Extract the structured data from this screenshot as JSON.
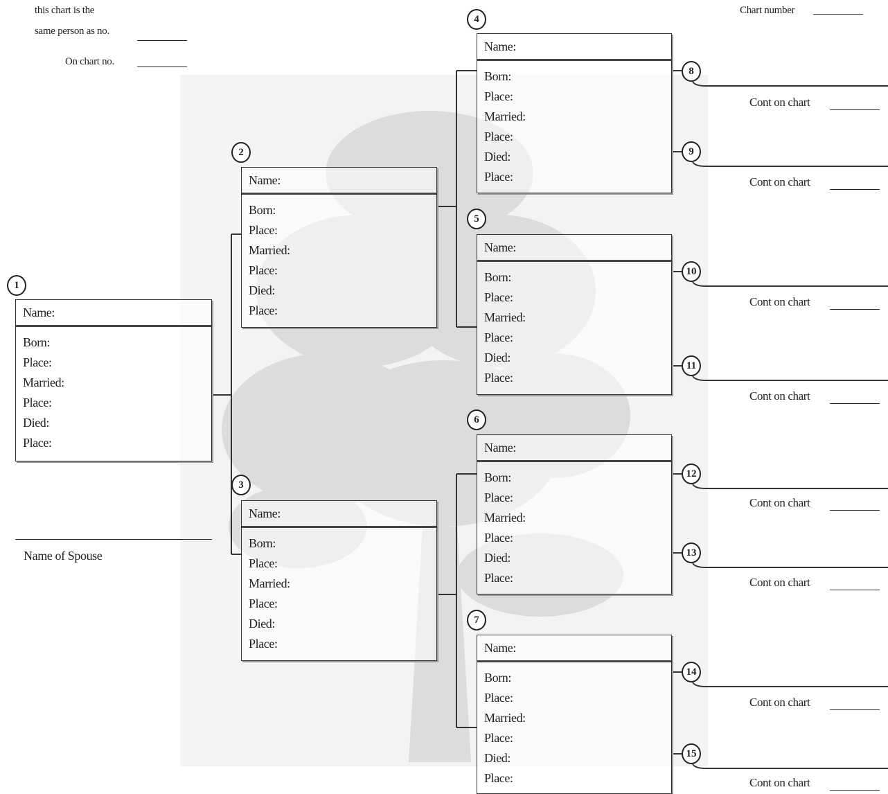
{
  "header": {
    "same_person_line1": "this chart is the",
    "same_person_line2": "same person as no.",
    "on_chart": "On chart no.",
    "chart_number": "Chart number"
  },
  "field_labels": {
    "name": "Name:",
    "born": "Born:",
    "place": "Place:",
    "married": "Married:",
    "died": "Died:"
  },
  "spouse_label": "Name of Spouse",
  "cont_label": "Cont on chart",
  "persons": [
    {
      "num": "1"
    },
    {
      "num": "2"
    },
    {
      "num": "3"
    },
    {
      "num": "4"
    },
    {
      "num": "5"
    },
    {
      "num": "6"
    },
    {
      "num": "7"
    }
  ],
  "ancestors": [
    "8",
    "9",
    "10",
    "11",
    "12",
    "13",
    "14",
    "15"
  ]
}
